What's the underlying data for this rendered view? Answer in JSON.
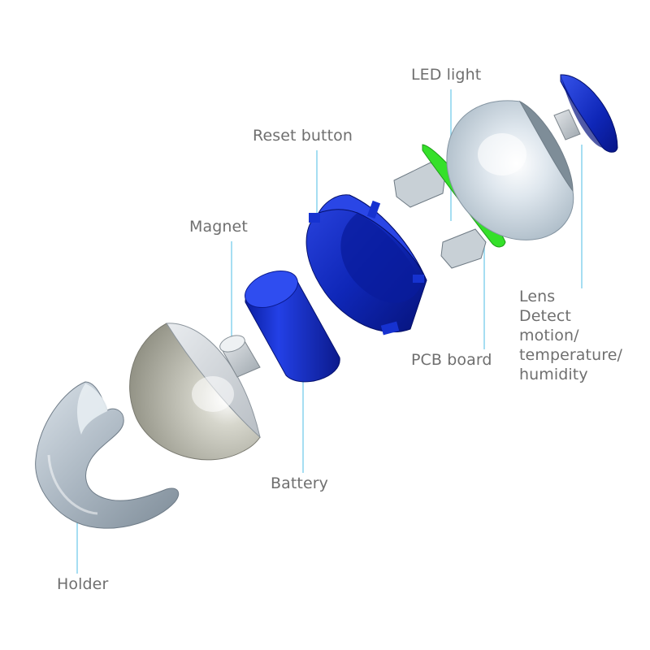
{
  "labels": {
    "led_light": "LED light",
    "reset_button": "Reset button",
    "magnet": "Magnet",
    "lens": "Lens",
    "lens_note_1": "Detect",
    "lens_note_2": "motion/",
    "lens_note_3": "temperature/",
    "lens_note_4": "humidity",
    "pcb_board": "PCB board",
    "battery": "Battery",
    "holder": "Holder"
  },
  "colors": {
    "leader_line": "#8fd6ee",
    "label_text": "#6f6f6f",
    "blue_part": "#0f27b8",
    "pcb_green": "#35e02a",
    "shell_light": "#c9d3dc",
    "shell_dark": "#a9a99a"
  }
}
